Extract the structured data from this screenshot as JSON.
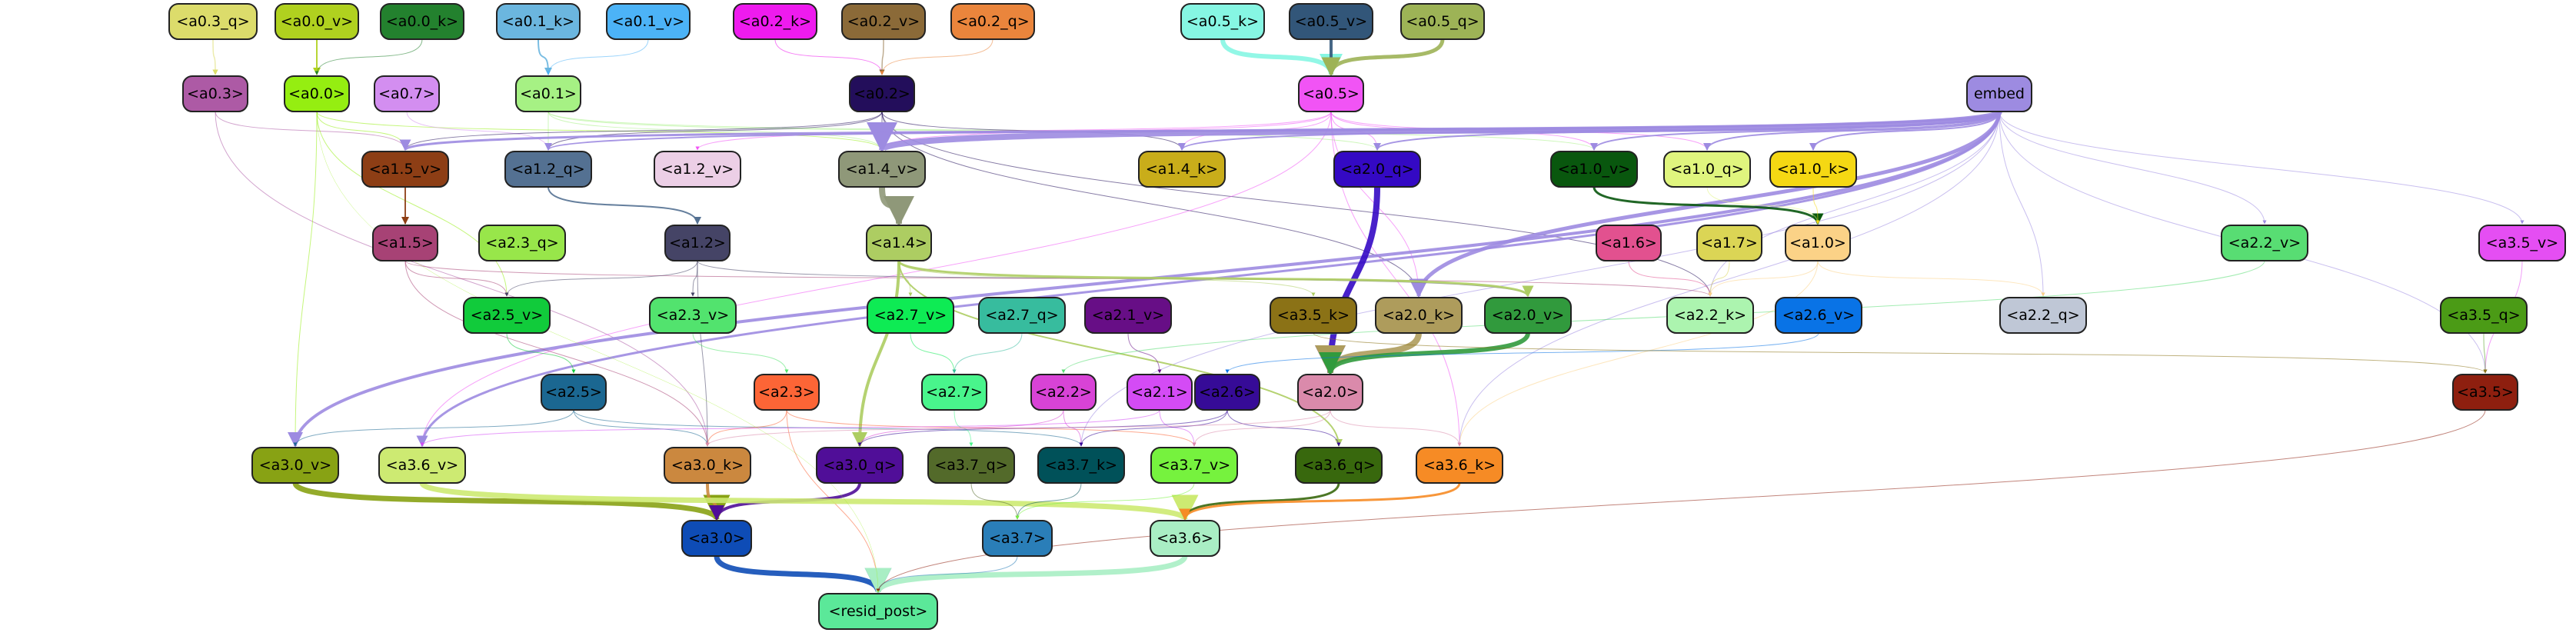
{
  "nodes": [
    {
      "id": "a0_3_q",
      "label": "<a0.3_q>",
      "fill": "#dcdc6b",
      "text": "#000000"
    },
    {
      "id": "a0_0_v",
      "label": "<a0.0_v>",
      "fill": "#b0d11f",
      "text": "#000000"
    },
    {
      "id": "a0_0_k",
      "label": "<a0.0_k>",
      "fill": "#23812e",
      "text": "#000000"
    },
    {
      "id": "a0_1_k",
      "label": "<a0.1_k>",
      "fill": "#6bb6df",
      "text": "#000000"
    },
    {
      "id": "a0_1_v",
      "label": "<a0.1_v>",
      "fill": "#4cb3f7",
      "text": "#000000"
    },
    {
      "id": "a0_2_k",
      "label": "<a0.2_k>",
      "fill": "#ee1bee",
      "text": "#000000"
    },
    {
      "id": "a0_2_v",
      "label": "<a0.2_v>",
      "fill": "#8b6a38",
      "text": "#000000"
    },
    {
      "id": "a0_2_q",
      "label": "<a0.2_q>",
      "fill": "#ea853c",
      "text": "#000000"
    },
    {
      "id": "a0_5_k",
      "label": "<a0.5_k>",
      "fill": "#86f6e3",
      "text": "#000000"
    },
    {
      "id": "a0_5_v",
      "label": "<a0.5_v>",
      "fill": "#325679",
      "text": "#000000"
    },
    {
      "id": "a0_5_q",
      "label": "<a0.5_q>",
      "fill": "#9db356",
      "text": "#000000"
    },
    {
      "id": "a0_3",
      "label": "<a0.3>",
      "fill": "#ad5aa5",
      "text": "#000000"
    },
    {
      "id": "a0_0",
      "label": "<a0.0>",
      "fill": "#95ee11",
      "text": "#000000"
    },
    {
      "id": "a0_7",
      "label": "<a0.7>",
      "fill": "#d38ef0",
      "text": "#000000"
    },
    {
      "id": "a0_1",
      "label": "<a0.1>",
      "fill": "#a6f184",
      "text": "#000000"
    },
    {
      "id": "a0_2",
      "label": "<a0.2>",
      "fill": "#230e5b",
      "text": "#000000"
    },
    {
      "id": "a0_5",
      "label": "<a0.5>",
      "fill": "#f154f5",
      "text": "#000000"
    },
    {
      "id": "embed",
      "label": "embed",
      "fill": "#9d8be1",
      "text": "#000000"
    },
    {
      "id": "a1_5_v",
      "label": "<a1.5_v>",
      "fill": "#8d3e15",
      "text": "#000000"
    },
    {
      "id": "a1_2_q",
      "label": "<a1.2_q>",
      "fill": "#547192",
      "text": "#000000"
    },
    {
      "id": "a1_2_v",
      "label": "<a1.2_v>",
      "fill": "#eccfe6",
      "text": "#000000"
    },
    {
      "id": "a1_4_v",
      "label": "<a1.4_v>",
      "fill": "#8f9879",
      "text": "#000000"
    },
    {
      "id": "a1_4_k",
      "label": "<a1.4_k>",
      "fill": "#c9ad1a",
      "text": "#000000"
    },
    {
      "id": "a2_0_q",
      "label": "<a2.0_q>",
      "fill": "#3409c4",
      "text": "#000000"
    },
    {
      "id": "a1_0_v",
      "label": "<a1.0_v>",
      "fill": "#09570e",
      "text": "#000000"
    },
    {
      "id": "a1_0_q",
      "label": "<a1.0_q>",
      "fill": "#e0f57e",
      "text": "#000000"
    },
    {
      "id": "a1_0_k",
      "label": "<a1.0_k>",
      "fill": "#f5d813",
      "text": "#000000"
    },
    {
      "id": "a1_5",
      "label": "<a1.5>",
      "fill": "#a74275",
      "text": "#000000"
    },
    {
      "id": "a2_3_q",
      "label": "<a2.3_q>",
      "fill": "#98e64a",
      "text": "#000000"
    },
    {
      "id": "a1_2",
      "label": "<a1.2>",
      "fill": "#454466",
      "text": "#000000"
    },
    {
      "id": "a1_4",
      "label": "<a1.4>",
      "fill": "#adcd62",
      "text": "#000000"
    },
    {
      "id": "a1_6",
      "label": "<a1.6>",
      "fill": "#e2518f",
      "text": "#000000"
    },
    {
      "id": "a1_7",
      "label": "<a1.7>",
      "fill": "#dbd555",
      "text": "#000000"
    },
    {
      "id": "a1_0",
      "label": "<a1.0>",
      "fill": "#fbd287",
      "text": "#000000"
    },
    {
      "id": "a2_2_v",
      "label": "<a2.2_v>",
      "fill": "#58dd73",
      "text": "#000000"
    },
    {
      "id": "a3_5_v",
      "label": "<a3.5_v>",
      "fill": "#e54ef3",
      "text": "#000000"
    },
    {
      "id": "a2_5_v",
      "label": "<a2.5_v>",
      "fill": "#11cb3b",
      "text": "#000000"
    },
    {
      "id": "a2_3_v",
      "label": "<a2.3_v>",
      "fill": "#52e36e",
      "text": "#000000"
    },
    {
      "id": "a2_7_v",
      "label": "<a2.7_v>",
      "fill": "#0eeb54",
      "text": "#000000"
    },
    {
      "id": "a2_7_q",
      "label": "<a2.7_q>",
      "fill": "#37bc9e",
      "text": "#000000"
    },
    {
      "id": "a2_1_v",
      "label": "<a2.1_v>",
      "fill": "#670e86",
      "text": "#000000"
    },
    {
      "id": "a3_5_k",
      "label": "<a3.5_k>",
      "fill": "#8b7216",
      "text": "#000000"
    },
    {
      "id": "a2_0_k",
      "label": "<a2.0_k>",
      "fill": "#ae9c5c",
      "text": "#000000"
    },
    {
      "id": "a2_0_v",
      "label": "<a2.0_v>",
      "fill": "#319a3d",
      "text": "#000000"
    },
    {
      "id": "a2_2_k",
      "label": "<a2.2_k>",
      "fill": "#acf4af",
      "text": "#000000"
    },
    {
      "id": "a2_6_v",
      "label": "<a2.6_v>",
      "fill": "#0973e6",
      "text": "#000000"
    },
    {
      "id": "a2_2_q",
      "label": "<a2.2_q>",
      "fill": "#bfc7d6",
      "text": "#000000"
    },
    {
      "id": "a3_5_q",
      "label": "<a3.5_q>",
      "fill": "#4b9b16",
      "text": "#000000"
    },
    {
      "id": "a2_5",
      "label": "<a2.5>",
      "fill": "#1b6791",
      "text": "#000000"
    },
    {
      "id": "a2_3",
      "label": "<a2.3>",
      "fill": "#fc6536",
      "text": "#000000"
    },
    {
      "id": "a2_7",
      "label": "<a2.7>",
      "fill": "#49f58c",
      "text": "#000000"
    },
    {
      "id": "a2_2",
      "label": "<a2.2>",
      "fill": "#d843d6",
      "text": "#000000"
    },
    {
      "id": "a2_1",
      "label": "<a2.1>",
      "fill": "#d44bf5",
      "text": "#000000"
    },
    {
      "id": "a2_6",
      "label": "<a2.6>",
      "fill": "#360b97",
      "text": "#000000"
    },
    {
      "id": "a2_0",
      "label": "<a2.0>",
      "fill": "#da8aab",
      "text": "#000000"
    },
    {
      "id": "a3_5",
      "label": "<a3.5>",
      "fill": "#8e1f0f",
      "text": "#000000"
    },
    {
      "id": "a3_0_v",
      "label": "<a3.0_v>",
      "fill": "#88a214",
      "text": "#000000"
    },
    {
      "id": "a3_6_v",
      "label": "<a3.6_v>",
      "fill": "#cdea72",
      "text": "#000000"
    },
    {
      "id": "a3_0_k",
      "label": "<a3.0_k>",
      "fill": "#cb883f",
      "text": "#000000"
    },
    {
      "id": "a3_0_q",
      "label": "<a3.0_q>",
      "fill": "#500e98",
      "text": "#000000"
    },
    {
      "id": "a3_7_q",
      "label": "<a3.7_q>",
      "fill": "#536a2a",
      "text": "#000000"
    },
    {
      "id": "a3_7_k",
      "label": "<a3.7_k>",
      "fill": "#005159",
      "text": "#000000"
    },
    {
      "id": "a3_7_v",
      "label": "<a3.7_v>",
      "fill": "#76f23e",
      "text": "#000000"
    },
    {
      "id": "a3_6_q",
      "label": "<a3.6_q>",
      "fill": "#38680d",
      "text": "#000000"
    },
    {
      "id": "a3_6_k",
      "label": "<a3.6_k>",
      "fill": "#f68b25",
      "text": "#000000"
    },
    {
      "id": "a3_0",
      "label": "<a3.0>",
      "fill": "#0e4cb6",
      "text": "#000000"
    },
    {
      "id": "a3_7",
      "label": "<a3.7>",
      "fill": "#2a7eb8",
      "text": "#000000"
    },
    {
      "id": "a3_6",
      "label": "<a3.6>",
      "fill": "#a9eec4",
      "text": "#000000"
    },
    {
      "id": "resid_post",
      "label": "<resid_post>",
      "fill": "#5be899",
      "text": "#000000"
    }
  ],
  "edges": [
    {
      "from": "a0_3_q",
      "to": "a0_3",
      "color": "#dcdc6b",
      "weight": 1.5
    },
    {
      "from": "a0_0_v",
      "to": "a0_0",
      "color": "#b0d11f",
      "weight": 2
    },
    {
      "from": "a0_0_k",
      "to": "a0_0",
      "color": "#23812e",
      "weight": 1
    },
    {
      "from": "a0_1_k",
      "to": "a0_1",
      "color": "#6bb6df",
      "weight": 2
    },
    {
      "from": "a0_1_v",
      "to": "a0_1",
      "color": "#4cb3f7",
      "weight": 1
    },
    {
      "from": "a0_2_k",
      "to": "a0_2",
      "color": "#ee1bee",
      "weight": 1
    },
    {
      "from": "a0_2_v",
      "to": "a0_2",
      "color": "#8b6a38",
      "weight": 1.5
    },
    {
      "from": "a0_2_q",
      "to": "a0_2",
      "color": "#ea853c",
      "weight": 1
    },
    {
      "from": "a0_5_k",
      "to": "a0_5",
      "color": "#86f6e3",
      "weight": 6
    },
    {
      "from": "a0_5_v",
      "to": "a0_5",
      "color": "#325679",
      "weight": 4
    },
    {
      "from": "a0_5_q",
      "to": "a0_5",
      "color": "#9db356",
      "weight": 5
    },
    {
      "from": "a0_3",
      "to": "a1_5_v",
      "color": "#ad5aa5",
      "weight": 1
    },
    {
      "from": "a0_3",
      "to": "a3_0_k",
      "color": "#ad5aa5",
      "weight": 1
    },
    {
      "from": "a0_0",
      "to": "a1_5_v",
      "color": "#95ee11",
      "weight": 1
    },
    {
      "from": "a0_0",
      "to": "a1_4_v",
      "color": "#95ee11",
      "weight": 1
    },
    {
      "from": "a0_0",
      "to": "a3_0_v",
      "color": "#95ee11",
      "weight": 1
    },
    {
      "from": "a0_0",
      "to": "a2_5_v",
      "color": "#95ee11",
      "weight": 1
    },
    {
      "from": "a0_7",
      "to": "a1_2_q",
      "color": "#d38ef0",
      "weight": 1
    },
    {
      "from": "a0_1",
      "to": "a1_4_v",
      "color": "#a6f184",
      "weight": 1
    },
    {
      "from": "a0_1",
      "to": "a1_2_q",
      "color": "#a6f184",
      "weight": 1
    },
    {
      "from": "a0_1",
      "to": "a2_0_q",
      "color": "#a6f184",
      "weight": 1
    },
    {
      "from": "a0_1",
      "to": "a1_0_v",
      "color": "#a6f184",
      "weight": 1
    },
    {
      "from": "a0_2",
      "to": "a1_5_v",
      "color": "#230e5b",
      "weight": 1
    },
    {
      "from": "a0_2",
      "to": "a1_2_q",
      "color": "#230e5b",
      "weight": 1
    },
    {
      "from": "a0_2",
      "to": "a1_4_v",
      "color": "#230e5b",
      "weight": 1
    },
    {
      "from": "a0_2",
      "to": "a1_4_k",
      "color": "#230e5b",
      "weight": 1
    },
    {
      "from": "a0_2",
      "to": "a2_0_k",
      "color": "#230e5b",
      "weight": 1
    },
    {
      "from": "a0_2",
      "to": "a2_2_k",
      "color": "#230e5b",
      "weight": 1
    },
    {
      "from": "a0_5",
      "to": "a1_4_v",
      "color": "#f154f5",
      "weight": 1
    },
    {
      "from": "a0_5",
      "to": "a1_4_k",
      "color": "#f154f5",
      "weight": 1
    },
    {
      "from": "a0_5",
      "to": "a2_0_q",
      "color": "#f154f5",
      "weight": 1
    },
    {
      "from": "a0_5",
      "to": "a1_0_v",
      "color": "#f154f5",
      "weight": 1
    },
    {
      "from": "a0_5",
      "to": "a1_0_q",
      "color": "#f154f5",
      "weight": 1
    },
    {
      "from": "a0_5",
      "to": "a1_2_v",
      "color": "#f154f5",
      "weight": 1
    },
    {
      "from": "a0_5",
      "to": "a2_0_k",
      "color": "#f154f5",
      "weight": 1
    },
    {
      "from": "a0_5",
      "to": "a3_6_k",
      "color": "#f154f5",
      "weight": 1
    },
    {
      "from": "a0_5",
      "to": "a3_6_v",
      "color": "#f154f5",
      "weight": 1
    },
    {
      "from": "embed",
      "to": "a1_4_v",
      "color": "#9d8be1",
      "weight": 8
    },
    {
      "from": "embed",
      "to": "a1_5_v",
      "color": "#9d8be1",
      "weight": 3
    },
    {
      "from": "embed",
      "to": "a1_2_q",
      "color": "#9d8be1",
      "weight": 2
    },
    {
      "from": "embed",
      "to": "a1_4_k",
      "color": "#9d8be1",
      "weight": 2
    },
    {
      "from": "embed",
      "to": "a2_0_q",
      "color": "#9d8be1",
      "weight": 2
    },
    {
      "from": "embed",
      "to": "a1_0_v",
      "color": "#9d8be1",
      "weight": 2
    },
    {
      "from": "embed",
      "to": "a1_0_q",
      "color": "#9d8be1",
      "weight": 2
    },
    {
      "from": "embed",
      "to": "a1_0_k",
      "color": "#9d8be1",
      "weight": 2
    },
    {
      "from": "embed",
      "to": "a2_0_k",
      "color": "#9d8be1",
      "weight": 5
    },
    {
      "from": "embed",
      "to": "a2_2_k",
      "color": "#9d8be1",
      "weight": 1
    },
    {
      "from": "embed",
      "to": "a2_2_v",
      "color": "#9d8be1",
      "weight": 1
    },
    {
      "from": "embed",
      "to": "a3_5_v",
      "color": "#9d8be1",
      "weight": 1
    },
    {
      "from": "embed",
      "to": "a2_2_q",
      "color": "#9d8be1",
      "weight": 1
    },
    {
      "from": "embed",
      "to": "a3_0_v",
      "color": "#9d8be1",
      "weight": 4
    },
    {
      "from": "embed",
      "to": "a3_6_v",
      "color": "#9d8be1",
      "weight": 3
    },
    {
      "from": "embed",
      "to": "a3_6_k",
      "color": "#9d8be1",
      "weight": 1
    },
    {
      "from": "embed",
      "to": "a3_7_k",
      "color": "#9d8be1",
      "weight": 1
    },
    {
      "from": "embed",
      "to": "a3_5",
      "color": "#9d8be1",
      "weight": 1
    },
    {
      "from": "a2_0_q",
      "to": "a2_0",
      "color": "#3409c4",
      "weight": 8
    },
    {
      "from": "a1_5_v",
      "to": "a1_5",
      "color": "#8d3e15",
      "weight": 2
    },
    {
      "from": "a1_2_q",
      "to": "a1_2",
      "color": "#547192",
      "weight": 2
    },
    {
      "from": "a1_4_v",
      "to": "a1_4",
      "color": "#8f9879",
      "weight": 8
    },
    {
      "from": "a1_0_v",
      "to": "a1_0",
      "color": "#09570e",
      "weight": 3
    },
    {
      "from": "a1_0_q",
      "to": "a1_0",
      "color": "#e0f57e",
      "weight": 1
    },
    {
      "from": "a1_0_k",
      "to": "a1_0",
      "color": "#f5d813",
      "weight": 1
    },
    {
      "from": "a1_5",
      "to": "a2_5_v",
      "color": "#a74275",
      "weight": 1
    },
    {
      "from": "a1_5",
      "to": "a2_2_k",
      "color": "#a74275",
      "weight": 1
    },
    {
      "from": "a1_5",
      "to": "a3_0_k",
      "color": "#a74275",
      "weight": 1
    },
    {
      "from": "a1_2",
      "to": "a2_5_v",
      "color": "#454466",
      "weight": 1
    },
    {
      "from": "a1_2",
      "to": "a2_3_v",
      "color": "#454466",
      "weight": 1
    },
    {
      "from": "a1_2",
      "to": "a2_0_v",
      "color": "#454466",
      "weight": 1
    },
    {
      "from": "a1_2",
      "to": "a3_0_k",
      "color": "#454466",
      "weight": 1
    },
    {
      "from": "a1_4",
      "to": "a2_0_v",
      "color": "#adcd62",
      "weight": 3
    },
    {
      "from": "a1_4",
      "to": "a3_0_q",
      "color": "#adcd62",
      "weight": 4
    },
    {
      "from": "a1_4",
      "to": "a2_7_v",
      "color": "#adcd62",
      "weight": 1
    },
    {
      "from": "a1_4",
      "to": "a3_5_k",
      "color": "#adcd62",
      "weight": 1
    },
    {
      "from": "a1_4",
      "to": "a3_6_q",
      "color": "#adcd62",
      "weight": 2
    },
    {
      "from": "a1_6",
      "to": "a2_2_k",
      "color": "#e2518f",
      "weight": 1
    },
    {
      "from": "a1_7",
      "to": "a2_2_k",
      "color": "#dbd555",
      "weight": 1
    },
    {
      "from": "a1_0",
      "to": "a2_2_k",
      "color": "#fbd287",
      "weight": 1
    },
    {
      "from": "a1_0",
      "to": "a2_2_q",
      "color": "#fbd287",
      "weight": 1
    },
    {
      "from": "a1_0",
      "to": "a3_6_k",
      "color": "#fbd287",
      "weight": 1
    },
    {
      "from": "a2_5_v",
      "to": "a2_5",
      "color": "#11cb3b",
      "weight": 1
    },
    {
      "from": "a2_3_v",
      "to": "a2_3",
      "color": "#52e36e",
      "weight": 1
    },
    {
      "from": "a2_7_v",
      "to": "a2_7",
      "color": "#0eeb54",
      "weight": 1
    },
    {
      "from": "a2_7_q",
      "to": "a2_7",
      "color": "#37bc9e",
      "weight": 1
    },
    {
      "from": "a2_1_v",
      "to": "a2_1",
      "color": "#670e86",
      "weight": 1
    },
    {
      "from": "a2_0_k",
      "to": "a2_0",
      "color": "#ae9c5c",
      "weight": 8
    },
    {
      "from": "a2_0_v",
      "to": "a2_0",
      "color": "#319a3d",
      "weight": 6
    },
    {
      "from": "a2_6_v",
      "to": "a2_6",
      "color": "#0973e6",
      "weight": 1
    },
    {
      "from": "a2_2_v",
      "to": "a2_2",
      "color": "#58dd73",
      "weight": 1
    },
    {
      "from": "a3_5_v",
      "to": "a3_5",
      "color": "#e54ef3",
      "weight": 1
    },
    {
      "from": "a3_5_q",
      "to": "a3_5",
      "color": "#4b9b16",
      "weight": 1
    },
    {
      "from": "a3_5_k",
      "to": "a3_5",
      "color": "#8b7216",
      "weight": 1
    },
    {
      "from": "a2_5",
      "to": "a3_0_v",
      "color": "#1b6791",
      "weight": 1
    },
    {
      "from": "a2_5",
      "to": "a3_0_k",
      "color": "#1b6791",
      "weight": 1
    },
    {
      "from": "a2_5",
      "to": "a3_7_k",
      "color": "#1b6791",
      "weight": 1
    },
    {
      "from": "a2_3",
      "to": "a3_0_k",
      "color": "#fc6536",
      "weight": 1
    },
    {
      "from": "a2_3",
      "to": "resid_post",
      "color": "#fc6536",
      "weight": 1
    },
    {
      "from": "a2_3",
      "to": "a3_7_v",
      "color": "#fc6536",
      "weight": 1
    },
    {
      "from": "a2_7",
      "to": "a3_7_q",
      "color": "#49f58c",
      "weight": 1
    },
    {
      "from": "a2_2",
      "to": "a3_0_q",
      "color": "#d843d6",
      "weight": 1
    },
    {
      "from": "a2_2",
      "to": "a3_7_k",
      "color": "#d843d6",
      "weight": 1
    },
    {
      "from": "a2_1",
      "to": "a3_7_v",
      "color": "#d44bf5",
      "weight": 1
    },
    {
      "from": "a2_1",
      "to": "a3_6_v",
      "color": "#d44bf5",
      "weight": 1
    },
    {
      "from": "a2_6",
      "to": "a3_0_q",
      "color": "#360b97",
      "weight": 1
    },
    {
      "from": "a2_6",
      "to": "a3_7_k",
      "color": "#360b97",
      "weight": 1
    },
    {
      "from": "a2_6",
      "to": "a3_6_q",
      "color": "#360b97",
      "weight": 1
    },
    {
      "from": "a2_0",
      "to": "a3_7_v",
      "color": "#da8aab",
      "weight": 1
    },
    {
      "from": "a2_0",
      "to": "a3_6_k",
      "color": "#da8aab",
      "weight": 1
    },
    {
      "from": "a2_0",
      "to": "a3_0_k",
      "color": "#da8aab",
      "weight": 1
    },
    {
      "from": "a3_0_v",
      "to": "a3_0",
      "color": "#88a214",
      "weight": 7
    },
    {
      "from": "a3_0_k",
      "to": "a3_0",
      "color": "#cb883f",
      "weight": 4
    },
    {
      "from": "a3_0_q",
      "to": "a3_0",
      "color": "#500e98",
      "weight": 4
    },
    {
      "from": "a3_6_v",
      "to": "a3_6",
      "color": "#cdea72",
      "weight": 7
    },
    {
      "from": "a3_6_q",
      "to": "a3_6",
      "color": "#38680d",
      "weight": 3
    },
    {
      "from": "a3_6_k",
      "to": "a3_6",
      "color": "#f68b25",
      "weight": 3
    },
    {
      "from": "a3_7_q",
      "to": "a3_7",
      "color": "#536a2a",
      "weight": 1
    },
    {
      "from": "a3_7_k",
      "to": "a3_7",
      "color": "#005159",
      "weight": 1
    },
    {
      "from": "a3_7_v",
      "to": "a3_7",
      "color": "#76f23e",
      "weight": 1
    },
    {
      "from": "a3_0",
      "to": "resid_post",
      "color": "#0e4cb6",
      "weight": 7
    },
    {
      "from": "a3_6",
      "to": "resid_post",
      "color": "#a9eec4",
      "weight": 7
    },
    {
      "from": "a3_7",
      "to": "resid_post",
      "color": "#2a7eb8",
      "weight": 1
    },
    {
      "from": "a3_5",
      "to": "resid_post",
      "color": "#8e1f0f",
      "weight": 1
    },
    {
      "from": "a0_0",
      "to": "resid_post",
      "color": "#95ee11",
      "weight": 0.5
    }
  ]
}
